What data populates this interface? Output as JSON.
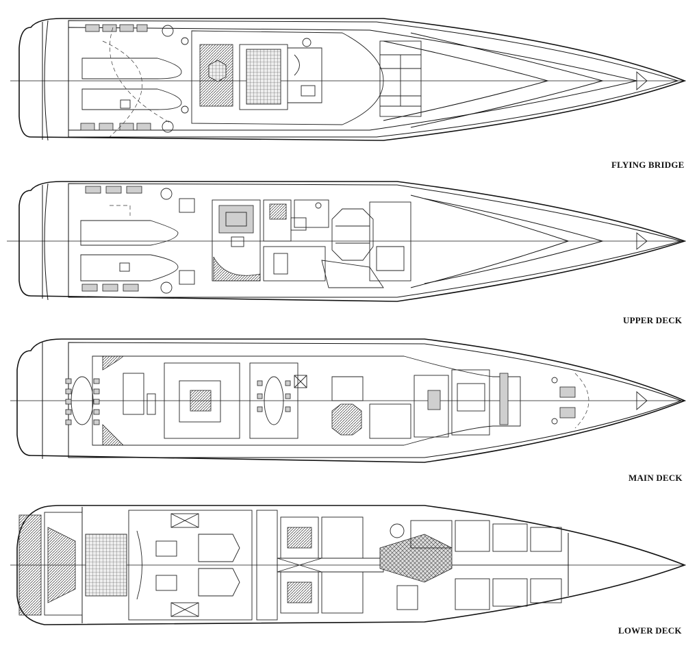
{
  "decks": [
    {
      "id": "flying-bridge",
      "label": "FLYING BRIDGE"
    },
    {
      "id": "upper-deck",
      "label": "UPPER DECK"
    },
    {
      "id": "main-deck",
      "label": "MAIN DECK"
    },
    {
      "id": "lower-deck",
      "label": "LOWER DECK"
    }
  ],
  "colors": {
    "ink": "#111111",
    "paper": "#ffffff",
    "shade": "#cfcfcf"
  }
}
